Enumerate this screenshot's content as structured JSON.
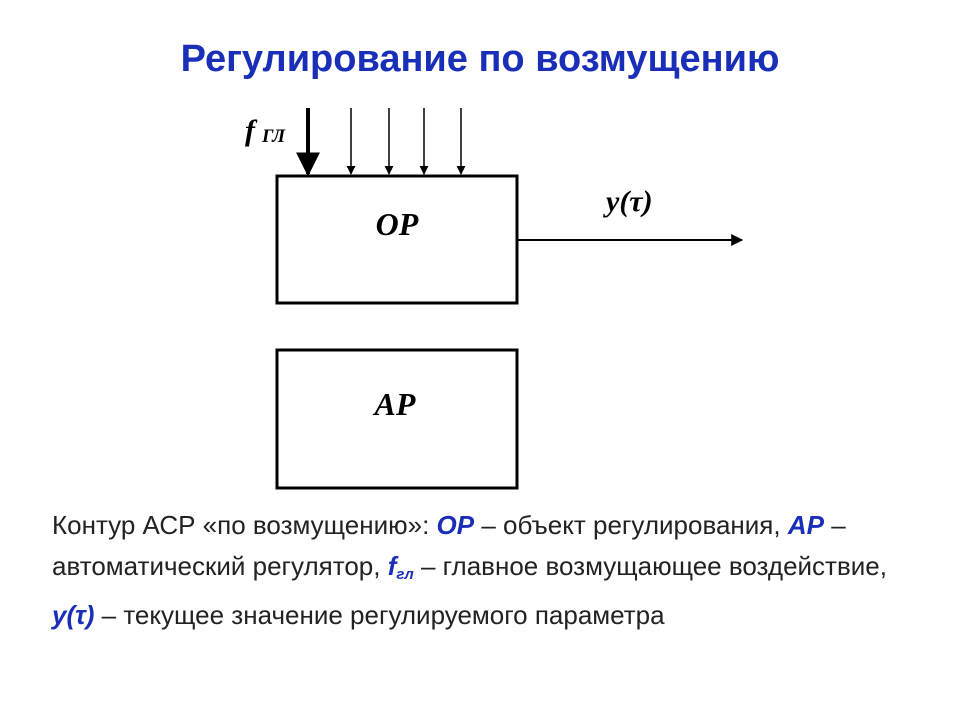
{
  "title": "Регулирование по возмущению",
  "diagram": {
    "disturbance_label_main": "f",
    "disturbance_label_sub": "ГЛ",
    "output_label": "y(τ)",
    "object_block_label": "ОР",
    "regulator_block_label": "АР"
  },
  "caption": {
    "part1": "Контур АСР «по возмущению»: ",
    "op": "ОР",
    "part2": " – объект регулирования, ",
    "ap": "АР",
    "part3": " – автоматический регулятор, ",
    "f_main": "f",
    "f_sub": "гл",
    "part4": " – главное возмущающее воздействие, ",
    "y": "y(τ)",
    "part5": " – текущее значение регулируемого параметра"
  },
  "colors": {
    "title": "#1a2fb8",
    "highlight": "#1a2fb8",
    "text": "#222222",
    "lines": "#000000"
  }
}
